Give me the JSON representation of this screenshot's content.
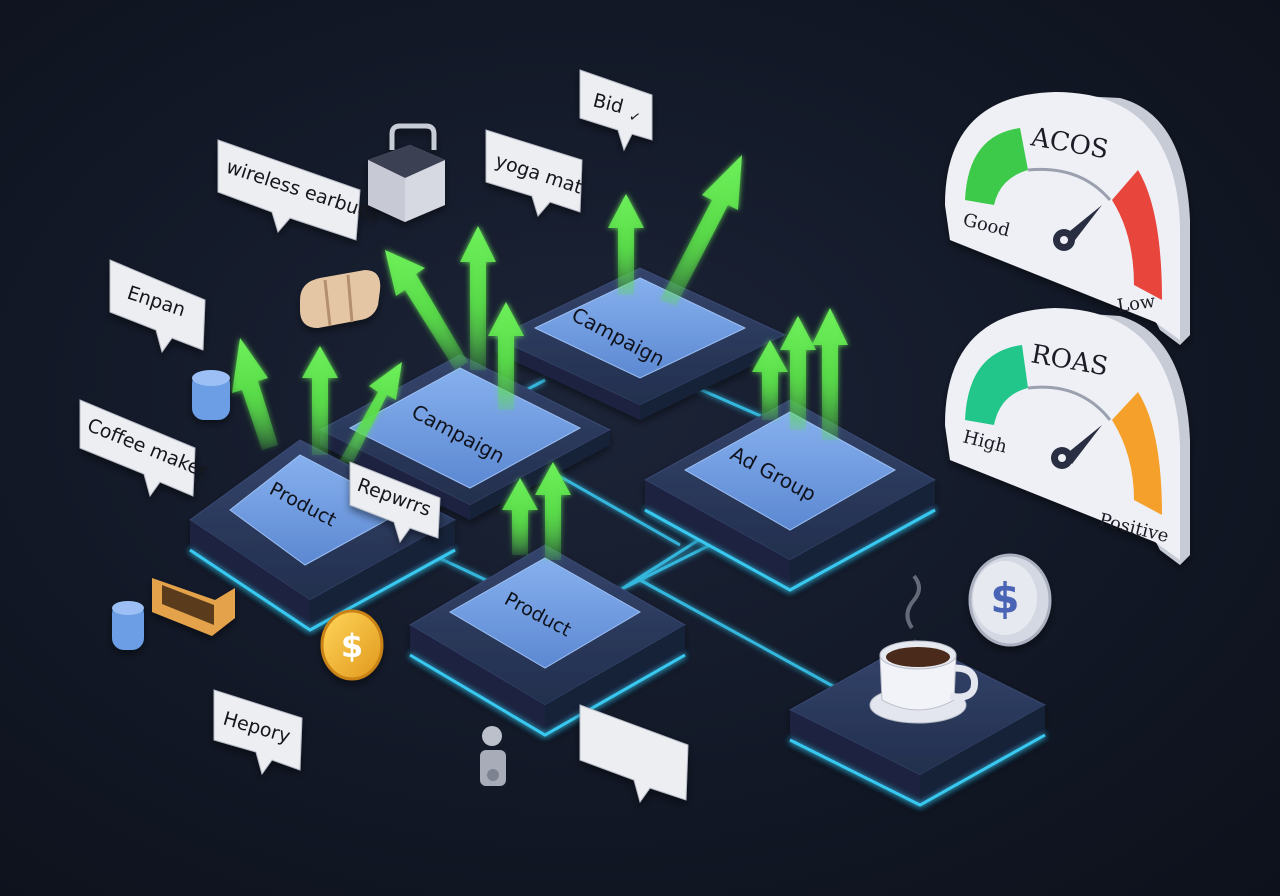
{
  "nodes": {
    "campaign_top": "Campaign",
    "campaign_mid": "Campaign",
    "ad_group": "Ad Group",
    "product_left": "Product",
    "product_bottom": "Product"
  },
  "keywords": {
    "bid": "Bid",
    "wireless_earbuds": "wireless earbuds",
    "yoga_mat": "yoga mat",
    "enpan": "Enpan",
    "coffee_maker": "Coffee maker",
    "repwrrs": "Repwrrs",
    "hepory": "Hepory"
  },
  "gauges": {
    "acos": {
      "title": "ACOS",
      "left_label": "Good",
      "right_label": "Low",
      "left_color": "#3ec94a",
      "right_color": "#e8453c"
    },
    "roas": {
      "title": "ROAS",
      "left_label": "High",
      "right_label": "Positive",
      "left_color": "#22c58a",
      "right_color": "#f5a02a"
    }
  },
  "colors": {
    "arrow": "#5be04a",
    "connector": "#38c8f0",
    "tile_top": "#6f9ce0",
    "platform": "#2c3a5e"
  }
}
